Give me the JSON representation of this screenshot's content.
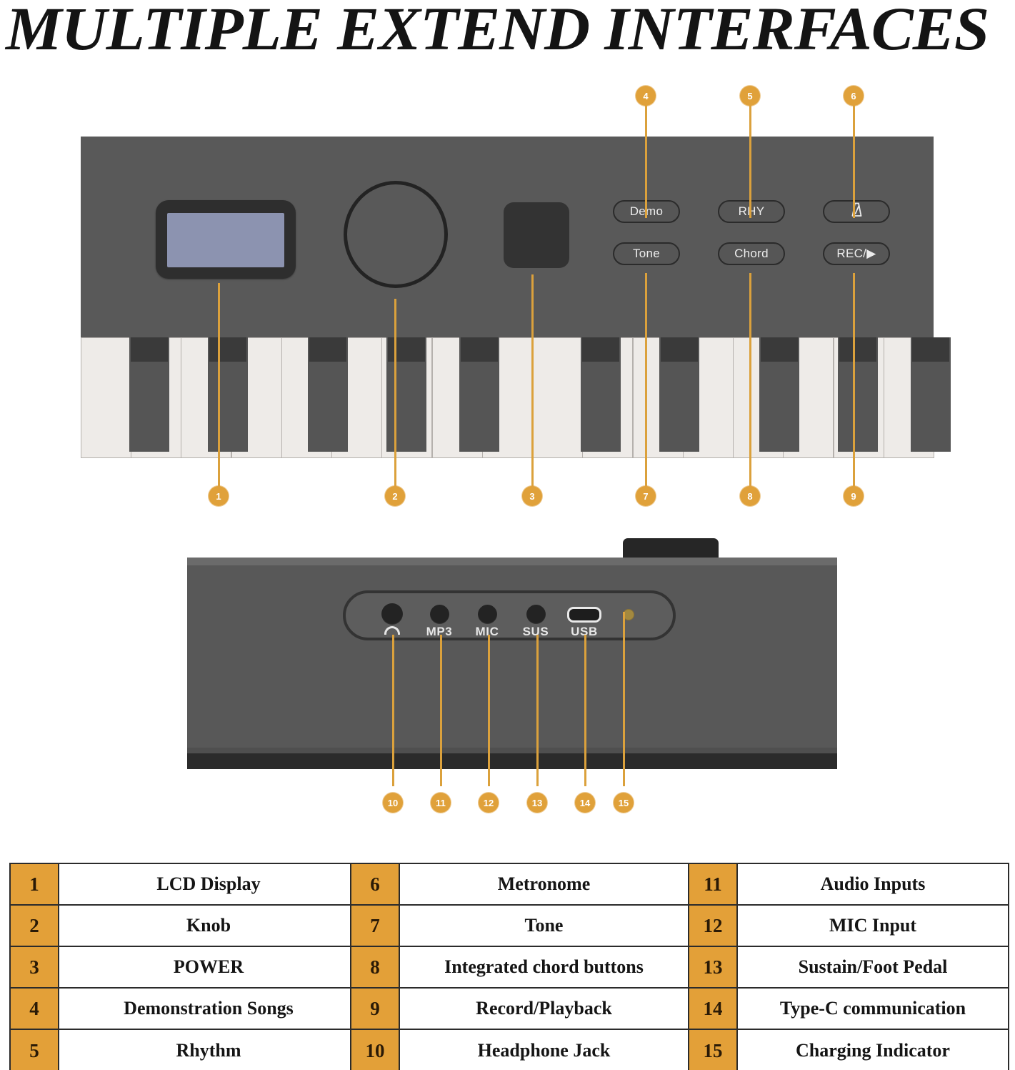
{
  "title": "MULTIPLE EXTEND INTERFACES",
  "top_device": {
    "lcd_name": "LCD Display",
    "knob_name": "Knob",
    "power_name": "POWER",
    "buttons": [
      {
        "label": "Demo",
        "icon": ""
      },
      {
        "label": "RHY",
        "icon": ""
      },
      {
        "label": "",
        "icon": "metronome-icon"
      },
      {
        "label": "Tone",
        "icon": ""
      },
      {
        "label": "Chord",
        "icon": ""
      },
      {
        "label": "REC/▶",
        "icon": "record-play-icon"
      }
    ]
  },
  "rear_device": {
    "ports": [
      {
        "label": "",
        "icon": "headphone-icon",
        "type": "jack"
      },
      {
        "label": "MP3",
        "icon": "",
        "type": "jack"
      },
      {
        "label": "MIC",
        "icon": "",
        "type": "jack"
      },
      {
        "label": "SUS",
        "icon": "",
        "type": "jack"
      },
      {
        "label": "USB",
        "icon": "usb-c-icon",
        "type": "usb-c"
      },
      {
        "label": "",
        "icon": "led-indicator-icon",
        "type": "led"
      }
    ]
  },
  "callouts": [
    {
      "n": "1"
    },
    {
      "n": "2"
    },
    {
      "n": "3"
    },
    {
      "n": "4"
    },
    {
      "n": "5"
    },
    {
      "n": "6"
    },
    {
      "n": "7"
    },
    {
      "n": "8"
    },
    {
      "n": "9"
    },
    {
      "n": "10"
    },
    {
      "n": "11"
    },
    {
      "n": "12"
    },
    {
      "n": "13"
    },
    {
      "n": "14"
    },
    {
      "n": "15"
    }
  ],
  "legend": {
    "col1": [
      {
        "num": "1",
        "text": "LCD Display"
      },
      {
        "num": "2",
        "text": "Knob"
      },
      {
        "num": "3",
        "text": "POWER"
      },
      {
        "num": "4",
        "text": "Demonstration Songs"
      },
      {
        "num": "5",
        "text": "Rhythm"
      }
    ],
    "col2": [
      {
        "num": "6",
        "text": "Metronome"
      },
      {
        "num": "7",
        "text": "Tone"
      },
      {
        "num": "8",
        "text": "Integrated chord buttons"
      },
      {
        "num": "9",
        "text": "Record/Playback"
      },
      {
        "num": "10",
        "text": "Headphone Jack"
      }
    ],
    "col3": [
      {
        "num": "11",
        "text": "Audio Inputs"
      },
      {
        "num": "12",
        "text": "MIC Input"
      },
      {
        "num": "13",
        "text": "Sustain/Foot Pedal"
      },
      {
        "num": "14",
        "text": "Type-C communication"
      },
      {
        "num": "15",
        "text": "Charging Indicator"
      }
    ]
  },
  "colors": {
    "accent": "#e0a13a",
    "legend_orange": "#e3a038",
    "panel_gray": "#595959",
    "lcd_screen": "#8c93b0",
    "key_white": "#eeebe8",
    "key_black": "#555555"
  }
}
